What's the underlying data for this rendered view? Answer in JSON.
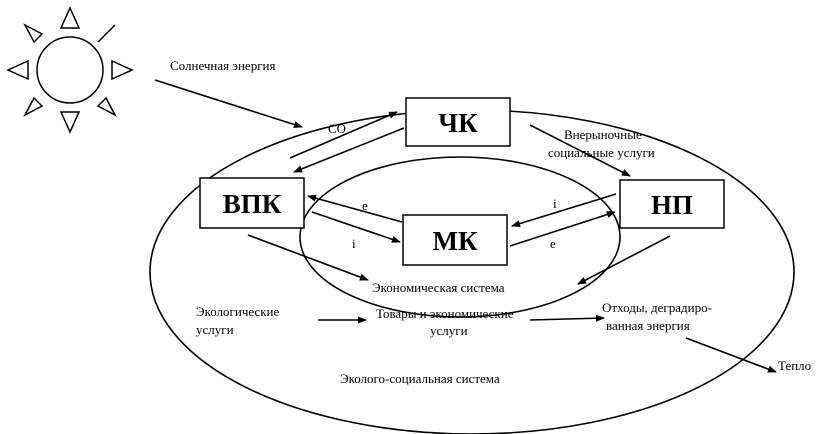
{
  "boxes": {
    "chk": "ЧК",
    "vpk": "ВПК",
    "np": "НП",
    "mk": "МК"
  },
  "labels": {
    "solar_energy": "Солнечная энергия",
    "co": "CO",
    "nonmarket_line1": "Внерыночные",
    "nonmarket_line2": "социальные услуги",
    "e_left": "e",
    "i_left": "i",
    "i_right": "i",
    "e_right": "e",
    "economic_system": "Экономическая система",
    "eco_services_line1": "Экологические",
    "eco_services_line2": "услуги",
    "goods_line1": "Товары и экономические",
    "goods_line2": "услуги",
    "waste_line1": "Отходы, деградиро-",
    "waste_line2": "ванная энергия",
    "heat": "Тепло",
    "eco_social_system": "Эколого-социальная система"
  }
}
